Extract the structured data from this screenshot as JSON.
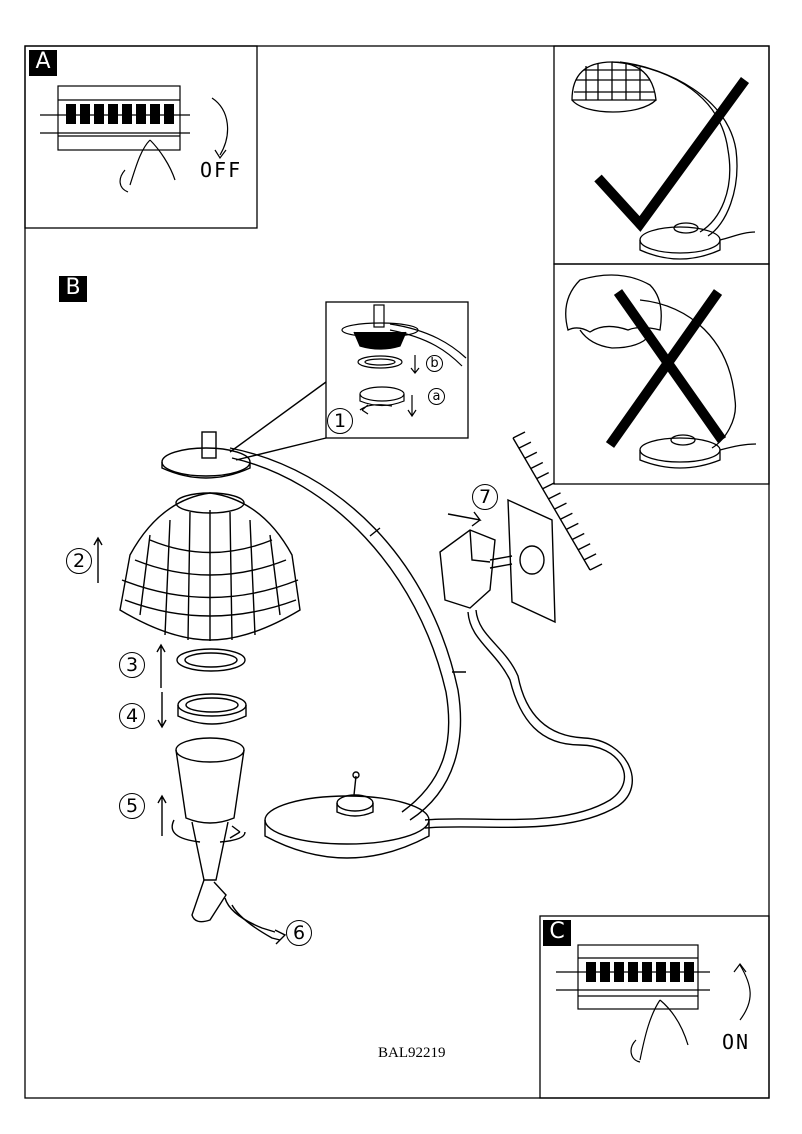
{
  "panels": {
    "a_label": "A",
    "b_label": "B",
    "c_label": "C",
    "off_text": "OFF",
    "on_text": "ON"
  },
  "steps": {
    "s1": "1",
    "s2": "2",
    "s3": "3",
    "s4": "4",
    "s5": "5",
    "s6": "6",
    "s7": "7",
    "sub_a": "a",
    "sub_b": "b"
  },
  "doc_code": "BAL92219"
}
